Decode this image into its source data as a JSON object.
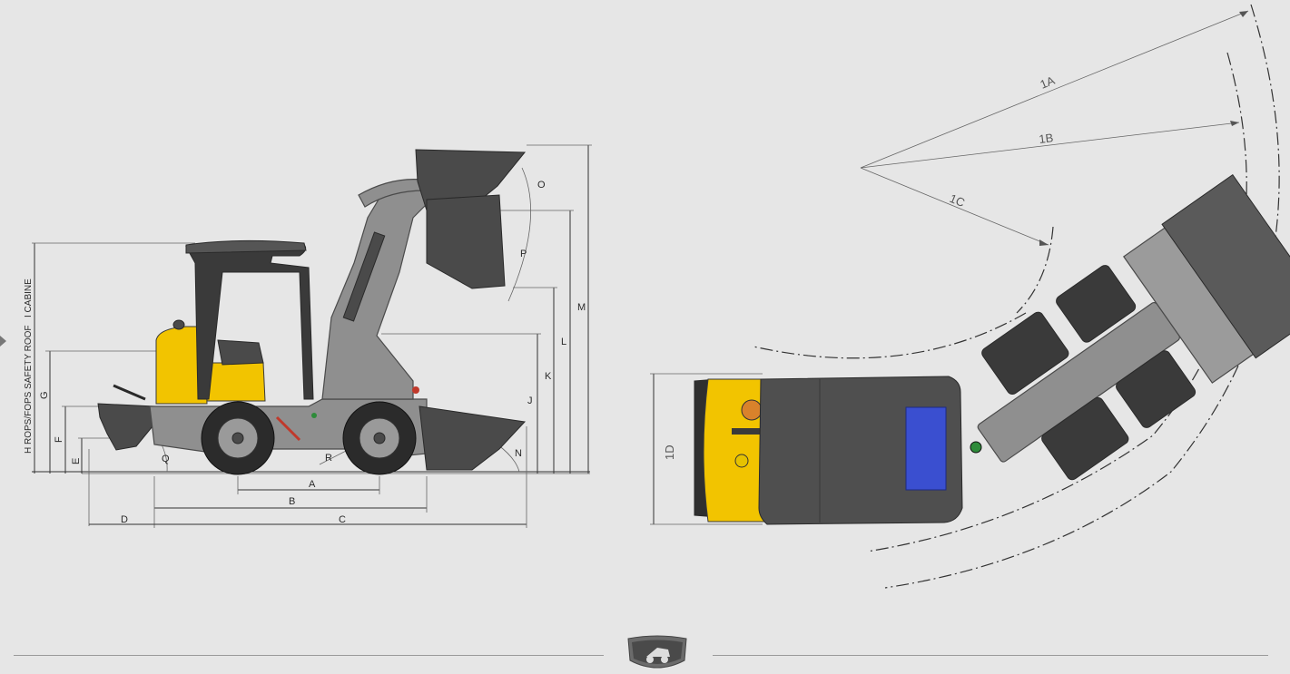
{
  "side_view": {
    "vertical_labels": {
      "h": "H ROPS/FOPS SAFETY ROOF",
      "i": "I CABINE",
      "g": "G",
      "f": "F",
      "e": "E"
    },
    "dimension_labels": {
      "a": "A",
      "b": "B",
      "c": "C",
      "d": "D",
      "j": "J",
      "k": "K",
      "l": "L",
      "m": "M",
      "n": "N",
      "o": "O",
      "p": "P",
      "q": "Q",
      "r": "R"
    },
    "colors": {
      "body": "#f2c400",
      "frame": "#8f8f8f",
      "bucket": "#4a4a4a",
      "tire": "#2b2b2b"
    }
  },
  "top_view": {
    "labels": {
      "one_a": "1A",
      "one_b": "1B",
      "one_c": "1C",
      "one_d": "1D"
    },
    "colors": {
      "seat_panel": "#3a4fd0",
      "body": "#f2c400"
    }
  },
  "footer": {
    "badge_icon": "loader-badge-icon"
  }
}
